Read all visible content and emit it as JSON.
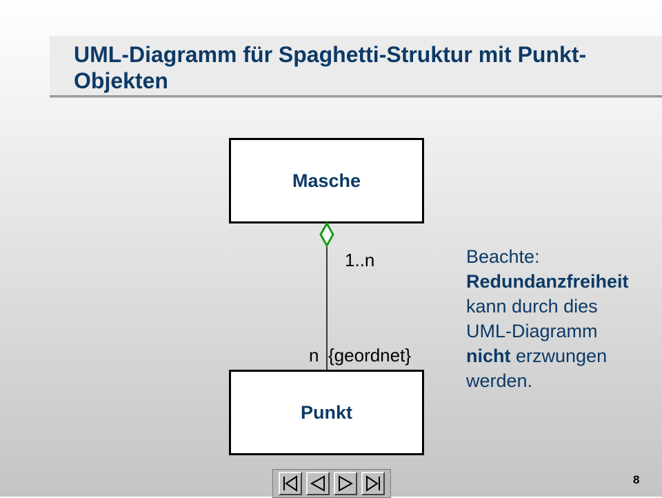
{
  "slide": {
    "title": "UML-Diagramm für Spaghetti-Struktur mit Punkt-Objekten",
    "page_number": "8"
  },
  "diagram": {
    "classes": [
      {
        "name": "Masche"
      },
      {
        "name": "Punkt"
      }
    ],
    "association": {
      "type": "aggregation",
      "multiplicity_top": "1..n",
      "multiplicity_bottom": "n",
      "constraint": "{geordnet}",
      "diamond_color": "#1a9a1a"
    }
  },
  "note": {
    "line1": "Beachte:",
    "line2_bold": "Redundanzfreiheit",
    "line3": "kann durch dies",
    "line4": "UML-Diagramm",
    "line5_bold": "nicht",
    "line5_rest": " erzwungen",
    "line6": "werden."
  },
  "navigation": {
    "buttons": [
      {
        "icon": "first-slide-icon"
      },
      {
        "icon": "previous-slide-icon"
      },
      {
        "icon": "next-slide-icon"
      },
      {
        "icon": "last-slide-icon"
      }
    ]
  },
  "colors": {
    "title": "#0c3a66",
    "text": "#0c3a66"
  }
}
